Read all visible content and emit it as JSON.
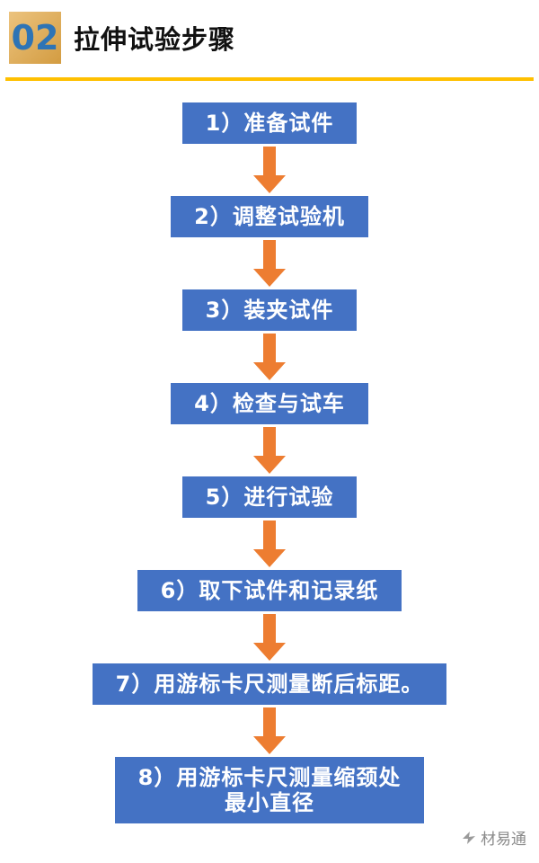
{
  "header": {
    "number": "02",
    "title": "拉伸试验步骤"
  },
  "flow": {
    "steps": [
      {
        "label": "1）准备试件"
      },
      {
        "label": "2）调整试验机"
      },
      {
        "label": "3）装夹试件"
      },
      {
        "label": "4）检查与试车"
      },
      {
        "label": "5）进行试验"
      },
      {
        "label": "6）取下试件和记录纸"
      },
      {
        "label": "7）用游标卡尺测量断后标距。"
      },
      {
        "label": "8）用游标卡尺测量缩颈处\n最小直径"
      }
    ]
  },
  "watermark": {
    "text": "材易通"
  },
  "colors": {
    "box_blue": "#4472c4",
    "arrow_orange": "#ed7d31",
    "divider_yellow": "#ffc000",
    "badge_gold": "#d39c41",
    "badge_number_blue": "#2e74b5"
  }
}
